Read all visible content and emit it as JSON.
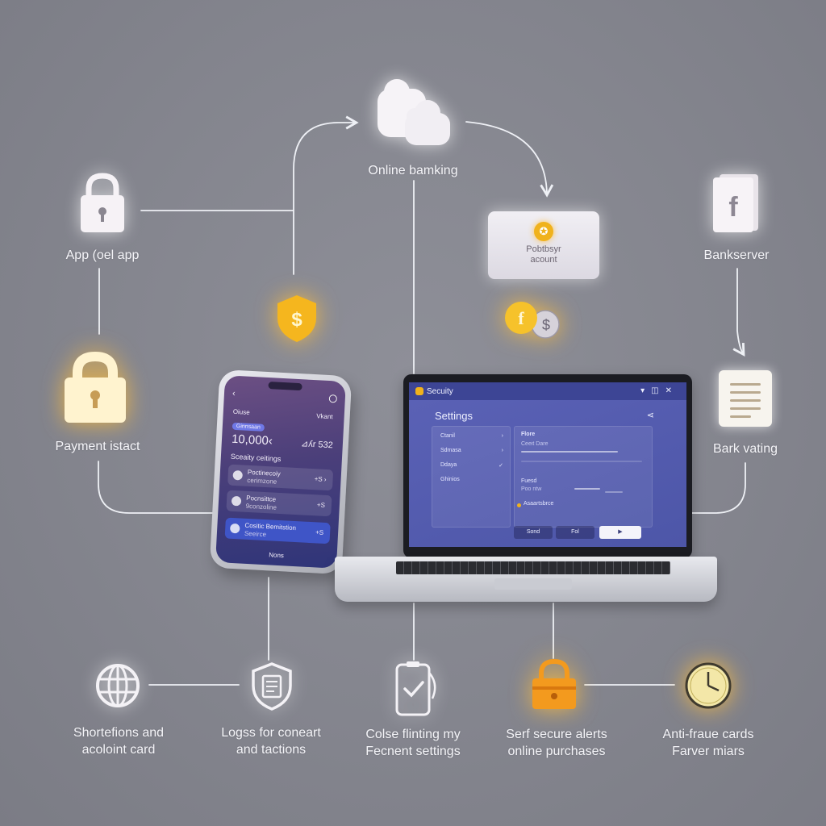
{
  "nodes": {
    "online_banking": "Online bamking",
    "app_top_left": "App (oel app",
    "payment": "Payment istact",
    "bankserver": "Bankserver",
    "bank_vating": "Bark vating",
    "account_card": {
      "badge": "✪",
      "line1": "Pobtbsyr",
      "line2": "acount"
    },
    "coin_f": "f",
    "coin_s": "$",
    "shield_symbol": "$",
    "book_symbol": "f"
  },
  "phone": {
    "back": "‹",
    "header_left": "Oiuse",
    "header_right": "Vkant",
    "tag": "Ginnsaan",
    "balance_left": "10,000‹",
    "balance_right": "⊿ʎr 532",
    "section": "Sceaity ceitings",
    "rows": [
      {
        "title": "Poctinecoiy",
        "sub": "cerimzone",
        "value": "+S ›"
      },
      {
        "title": "Pocnsittce",
        "sub": "9conzoline",
        "value": "+S"
      },
      {
        "title": "Cositic Bemitstion",
        "sub": "Seeirce",
        "value": "+S"
      }
    ],
    "footer": "Nons"
  },
  "laptop": {
    "app_title": "Secuity",
    "heading": "Settings",
    "left_items": [
      "Ctanil",
      "Sdmasa",
      "Ddaya",
      "Ghinios"
    ],
    "right_title": "Flore",
    "right_sub": "Ceeit Dare",
    "right_label": "Fuesd",
    "right_note": "Poo ntw",
    "badge_text": "Asaartsbrce",
    "btn_a": "Sond",
    "btn_b": "Fol",
    "btn_c": "▶"
  },
  "bottom": [
    {
      "line1": "Shortefions and",
      "line2": "acoloint card"
    },
    {
      "line1": "Logss for coneart",
      "line2": "and tactions"
    },
    {
      "line1": "Colse flinting my",
      "line2": "Fecnent settings"
    },
    {
      "line1": "Serf secure alerts",
      "line2": "online purchases"
    },
    {
      "line1": "Anti-fraue cards",
      "line2": "Farver miars"
    }
  ],
  "colors": {
    "background": "#85868f",
    "wire": "#eef0f5",
    "gold": "#f3b424",
    "orange": "#f08c1e",
    "screen_blue": "#4d56a8"
  }
}
